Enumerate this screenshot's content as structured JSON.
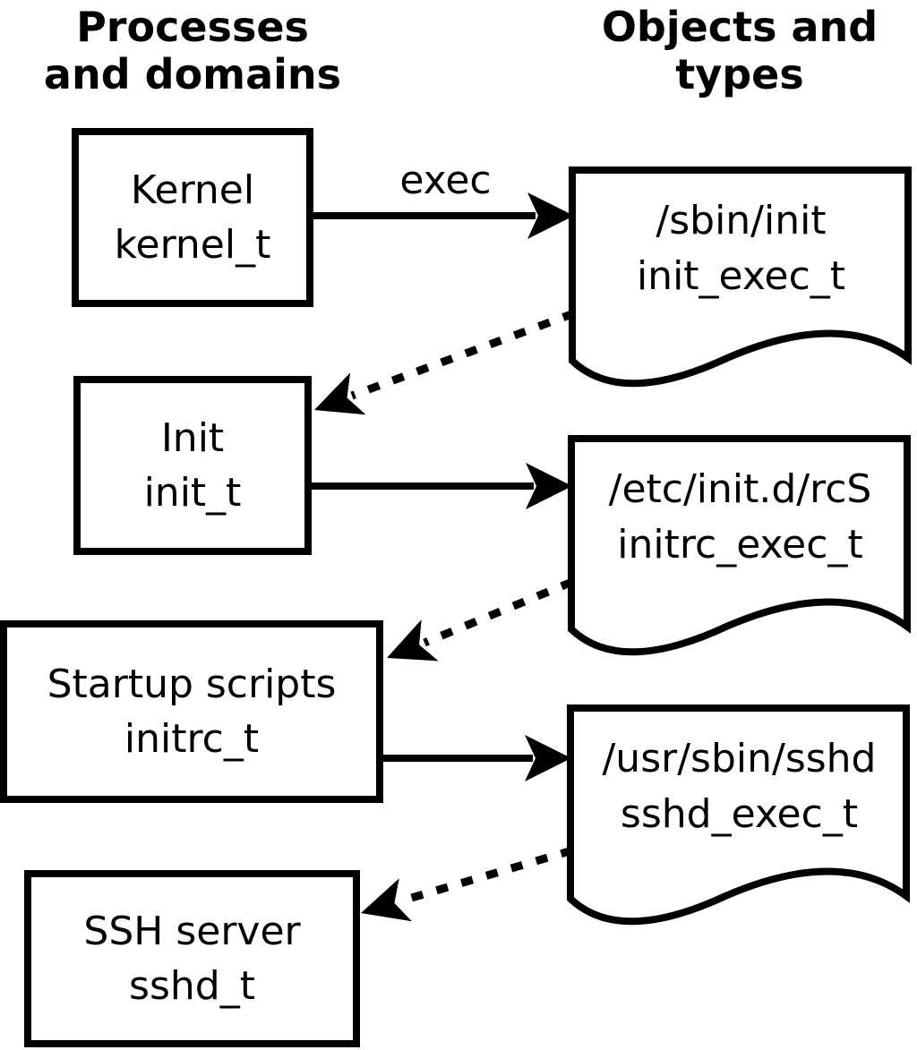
{
  "headers": {
    "left": {
      "line1": "Processes",
      "line2": "and domains"
    },
    "right": {
      "line1": "Objects and",
      "line2": "types"
    }
  },
  "processes": [
    {
      "name": "Kernel",
      "type": "kernel_t"
    },
    {
      "name": "Init",
      "type": "init_t"
    },
    {
      "name": "Startup scripts",
      "type": "initrc_t"
    },
    {
      "name": "SSH server",
      "type": "sshd_t"
    }
  ],
  "objects": [
    {
      "path": "/sbin/init",
      "type": "init_exec_t"
    },
    {
      "path": "/etc/init.d/rcS",
      "type": "initrc_exec_t"
    },
    {
      "path": "/usr/sbin/sshd",
      "type": "sshd_exec_t"
    }
  ],
  "arrows": {
    "exec_label": "exec"
  },
  "colors": {
    "foreground": "#000000",
    "background": "#ffffff"
  }
}
